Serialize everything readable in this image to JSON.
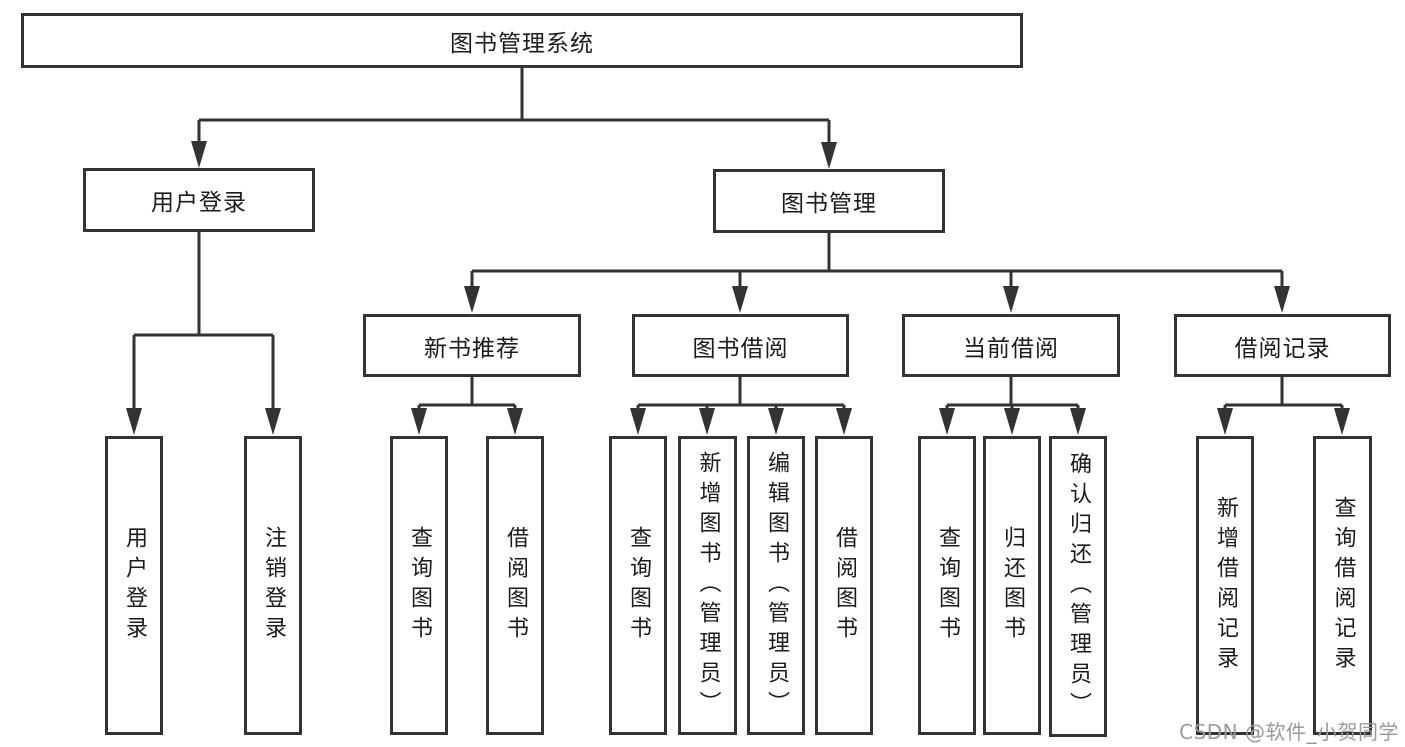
{
  "tree": {
    "label": "图书管理系统",
    "children": [
      {
        "label": "用户登录",
        "children": [
          {
            "label": "用户登录"
          },
          {
            "label": "注销登录"
          }
        ]
      },
      {
        "label": "图书管理",
        "children": [
          {
            "label": "新书推荐",
            "children": [
              {
                "label": "查询图书"
              },
              {
                "label": "借阅图书"
              }
            ]
          },
          {
            "label": "图书借阅",
            "children": [
              {
                "label": "查询图书"
              },
              {
                "label": "新增图书（管理员）"
              },
              {
                "label": "编辑图书（管理员）"
              },
              {
                "label": "借阅图书"
              }
            ]
          },
          {
            "label": "当前借阅",
            "children": [
              {
                "label": "查询图书"
              },
              {
                "label": "归还图书"
              },
              {
                "label": "确认归还（管理员）"
              }
            ]
          },
          {
            "label": "借阅记录",
            "children": [
              {
                "label": "新增借阅记录"
              },
              {
                "label": "查询借阅记录"
              }
            ]
          }
        ]
      }
    ]
  },
  "watermark": {
    "text": "CSDN @软件_小贺同学"
  },
  "colors": {
    "line": "#333333",
    "text": "#1b1b1b",
    "watermark": "#9a9a9a",
    "background": "#ffffff"
  }
}
